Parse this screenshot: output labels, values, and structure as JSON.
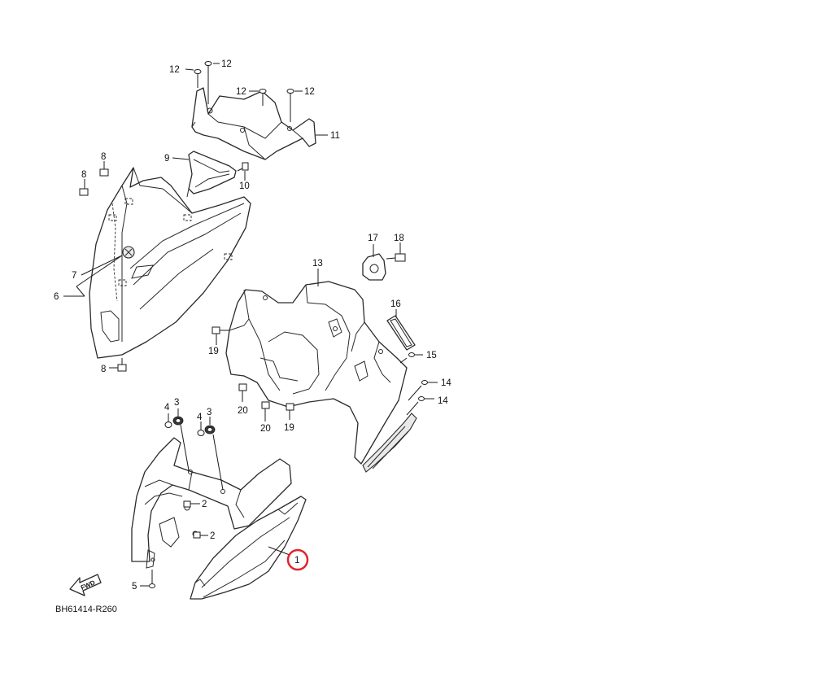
{
  "diagram": {
    "ref_code": "BH61414-R260",
    "fwd_label": "FWD",
    "highlight_color": "#e0242a",
    "callouts": {
      "c1": "1",
      "c2a": "2",
      "c2b": "2",
      "c3a": "3",
      "c3b": "3",
      "c4a": "4",
      "c4b": "4",
      "c5": "5",
      "c6": "6",
      "c7": "7",
      "c8a": "8",
      "c8b": "8",
      "c8c": "8",
      "c9": "9",
      "c10": "10",
      "c11": "11",
      "c12a": "12",
      "c12b": "12",
      "c12c": "12",
      "c12d": "12",
      "c13": "13",
      "c14a": "14",
      "c14b": "14",
      "c15": "15",
      "c16": "16",
      "c17": "17",
      "c18": "18",
      "c19a": "19",
      "c19b": "19",
      "c20a": "20",
      "c20b": "20"
    }
  }
}
